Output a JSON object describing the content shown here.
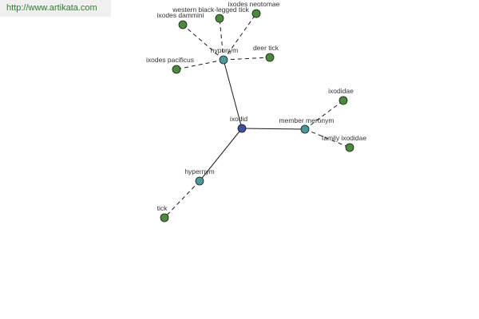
{
  "source": {
    "url": "http://www.artikata.com"
  },
  "colors": {
    "center": "#3f4f9c",
    "relation": "#4a9a9a",
    "leaf": "#4b8a3d",
    "stroke": "#1a1a1a",
    "edge": "#1a1a1a"
  },
  "graph": {
    "nodes": [
      {
        "id": "ixodid",
        "label": "ixodid",
        "kind": "center"
      },
      {
        "id": "hyponym",
        "label": "hyponym",
        "kind": "relation"
      },
      {
        "id": "member-meronym",
        "label": "member meronym",
        "kind": "relation"
      },
      {
        "id": "hypernym",
        "label": "hypernym",
        "kind": "relation"
      },
      {
        "id": "ixodes-dammini",
        "label": "ixodes dammini",
        "kind": "leaf"
      },
      {
        "id": "western-black-legged-tick",
        "label": "western black-legged tick",
        "kind": "leaf"
      },
      {
        "id": "ixodes-neotomae",
        "label": "ixodes neotomae",
        "kind": "leaf"
      },
      {
        "id": "deer-tick",
        "label": "deer tick",
        "kind": "leaf"
      },
      {
        "id": "ixodes-pacificus",
        "label": "ixodes pacificus",
        "kind": "leaf"
      },
      {
        "id": "ixodidae",
        "label": "ixodidae",
        "kind": "leaf"
      },
      {
        "id": "family-ixodidae",
        "label": "family ixodidae",
        "kind": "leaf"
      },
      {
        "id": "tick",
        "label": "tick",
        "kind": "leaf"
      }
    ],
    "edges": [
      {
        "from": "ixodid",
        "to": "hyponym",
        "style": "solid"
      },
      {
        "from": "ixodid",
        "to": "member-meronym",
        "style": "solid"
      },
      {
        "from": "ixodid",
        "to": "hypernym",
        "style": "solid"
      },
      {
        "from": "hyponym",
        "to": "ixodes-dammini",
        "style": "dashed"
      },
      {
        "from": "hyponym",
        "to": "western-black-legged-tick",
        "style": "dashed"
      },
      {
        "from": "hyponym",
        "to": "ixodes-neotomae",
        "style": "dashed"
      },
      {
        "from": "hyponym",
        "to": "deer-tick",
        "style": "dashed"
      },
      {
        "from": "hyponym",
        "to": "ixodes-pacificus",
        "style": "dashed"
      },
      {
        "from": "member-meronym",
        "to": "ixodidae",
        "style": "dashed"
      },
      {
        "from": "member-meronym",
        "to": "family-ixodidae",
        "style": "dashed"
      },
      {
        "from": "hypernym",
        "to": "tick",
        "style": "dashed"
      }
    ]
  }
}
